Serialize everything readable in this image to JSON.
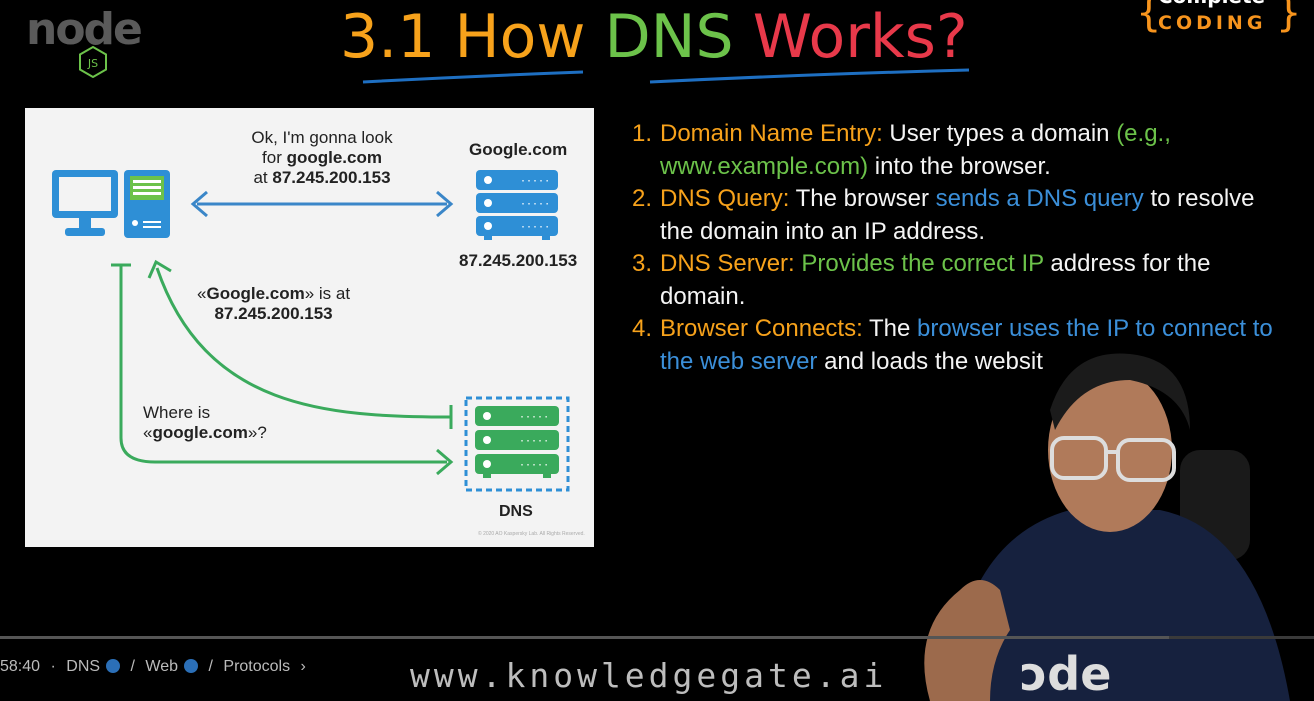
{
  "branding": {
    "node_logo_text": "node",
    "node_logo_badge": "JS",
    "channel_top": "Complete",
    "channel_bottom": "CODING"
  },
  "title": {
    "part1": "3.1 How",
    "part2": "DNS",
    "part3": "Works?"
  },
  "slide": {
    "client_message_line1": "Ok, I'm gonna look",
    "client_message_line2_prefix": "for ",
    "client_message_line2_bold": "google.com",
    "client_message_line3_prefix": "at ",
    "client_message_line3_bold": "87.245.200.153",
    "google_label": "Google.com",
    "google_ip": "87.245.200.153",
    "dns_answer_line1_prefix": "«",
    "dns_answer_line1_bold": "Google.com",
    "dns_answer_line1_suffix": "» is at",
    "dns_answer_line2": "87.245.200.153",
    "query_line1": "Where is",
    "query_line2_prefix": "«",
    "query_line2_bold": "google.com",
    "query_line2_suffix": "»?",
    "dns_label": "DNS",
    "copyright": "© 2020 AO Kaspersky Lab. All Rights Reserved.",
    "colors": {
      "client": "#2e8fd6",
      "google": "#2e8fd6",
      "dns": "#3aaa5c",
      "arrow_blue": "#3a86c8",
      "arrow_green": "#3aaa5c"
    }
  },
  "steps": [
    {
      "number": "1.",
      "label": "Domain Name Entry:",
      "t1": " User types a domain ",
      "g1": "(e.g., www.example.com)",
      "t2": " into the browser."
    },
    {
      "number": "2.",
      "label": "DNS Query:",
      "t1": " The browser ",
      "b1": "sends a DNS query",
      "t2": " to resolve the domain into an IP address."
    },
    {
      "number": "3.",
      "label": "DNS Server:",
      "g1": " Provides the correct IP",
      "t1": " address for the domain."
    },
    {
      "number": "4.",
      "label": "Browser Connects:",
      "t1": " The ",
      "b1": "browser uses the IP to connect to the web server",
      "t2": " and loads the websit"
    }
  ],
  "player": {
    "timestamp": "58:40",
    "chapter_items": [
      "DNS",
      "Web",
      "Protocols"
    ],
    "progress": 0.89
  },
  "watermark": "www.knowledgegate.ai"
}
